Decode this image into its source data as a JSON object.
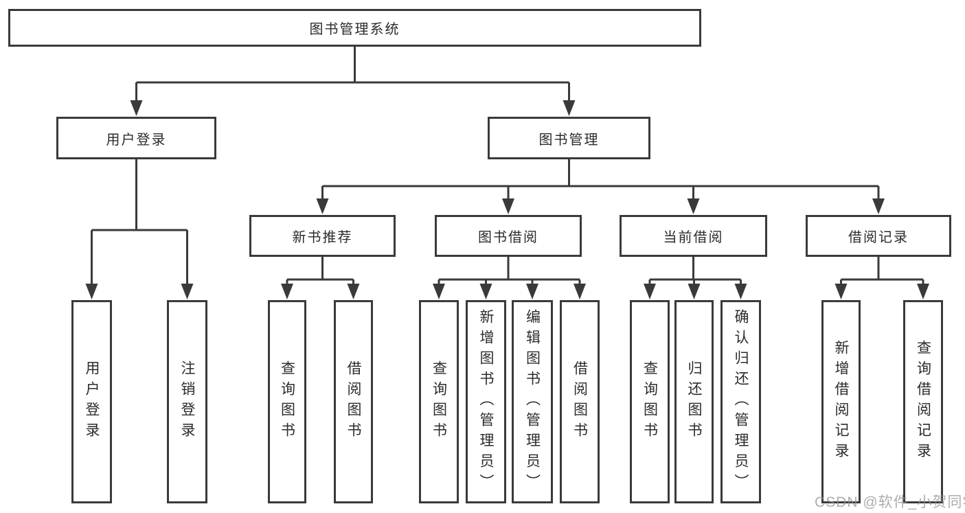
{
  "diagram_title": "图书管理系统",
  "nodes": {
    "root": "图书管理系统",
    "user_login": "用户登录",
    "book_management": "图书管理",
    "new_book_recommend": "新书推荐",
    "book_borrowing": "图书借阅",
    "current_borrowing": "当前借阅",
    "borrowing_records": "借阅记录",
    "leaf_user_login": "用户登录",
    "leaf_logout": "注销登录",
    "leaf_nbr_query_books": "查询图书",
    "leaf_nbr_borrow_books": "借阅图书",
    "leaf_bb_query_books": "查询图书",
    "leaf_bb_add_books": "新增图书（管理员）",
    "leaf_bb_edit_books": "编辑图书（管理员）",
    "leaf_bb_borrow_books": "借阅图书",
    "leaf_cb_query_books": "查询图书",
    "leaf_cb_return_books": "归还图书",
    "leaf_cb_confirm_return": "确认归还（管理员）",
    "leaf_br_add_record": "新增借阅记录",
    "leaf_br_query_record": "查询借阅记录"
  },
  "hierarchy": {
    "图书管理系统": {
      "用户登录": [
        "用户登录",
        "注销登录"
      ],
      "图书管理": {
        "新书推荐": [
          "查询图书",
          "借阅图书"
        ],
        "图书借阅": [
          "查询图书",
          "新增图书（管理员）",
          "编辑图书（管理员）",
          "借阅图书"
        ],
        "当前借阅": [
          "查询图书",
          "归还图书",
          "确认归还（管理员）"
        ],
        "借阅记录": [
          "新增借阅记录",
          "查询借阅记录"
        ]
      }
    }
  },
  "watermark": "CSDN @软件_小贺同学",
  "colors": {
    "line": "#3a3a3a",
    "box_border": "#3a3a3a",
    "text": "#2b2b2b",
    "watermark": "#919191",
    "background": "#ffffff"
  }
}
